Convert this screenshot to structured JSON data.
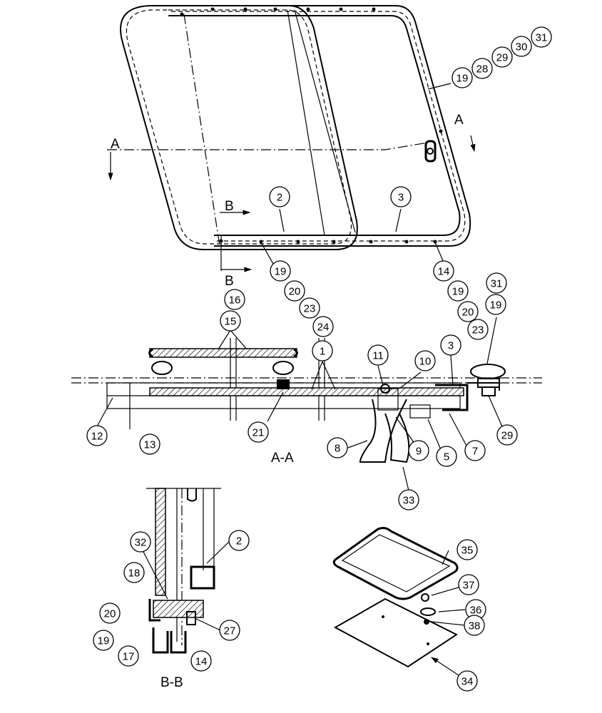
{
  "diagram": {
    "section_labels": {
      "a_left": "A",
      "a_right": "A",
      "b_top": "B",
      "b_bottom": "B",
      "view_aa": "A-A",
      "view_bb": "B-B"
    },
    "callouts": [
      {
        "id": "c31a",
        "label": "31"
      },
      {
        "id": "c30a",
        "label": "30"
      },
      {
        "id": "c29a",
        "label": "29"
      },
      {
        "id": "c28a",
        "label": "28"
      },
      {
        "id": "c19a",
        "label": "19"
      },
      {
        "id": "c2a",
        "label": "2"
      },
      {
        "id": "c3a",
        "label": "3"
      },
      {
        "id": "c19b",
        "label": "19"
      },
      {
        "id": "c20b",
        "label": "20"
      },
      {
        "id": "c23b",
        "label": "23"
      },
      {
        "id": "c24b",
        "label": "24"
      },
      {
        "id": "c14c",
        "label": "14"
      },
      {
        "id": "c19c",
        "label": "19"
      },
      {
        "id": "c20c",
        "label": "20"
      },
      {
        "id": "c23c",
        "label": "23"
      },
      {
        "id": "c16",
        "label": "16"
      },
      {
        "id": "c15",
        "label": "15"
      },
      {
        "id": "c1",
        "label": "1"
      },
      {
        "id": "c11",
        "label": "11"
      },
      {
        "id": "c10",
        "label": "10"
      },
      {
        "id": "c3b",
        "label": "3"
      },
      {
        "id": "c31b",
        "label": "31"
      },
      {
        "id": "c19d",
        "label": "19"
      },
      {
        "id": "c12",
        "label": "12"
      },
      {
        "id": "c13",
        "label": "13"
      },
      {
        "id": "c21",
        "label": "21"
      },
      {
        "id": "c8",
        "label": "8"
      },
      {
        "id": "c9",
        "label": "9"
      },
      {
        "id": "c5",
        "label": "5"
      },
      {
        "id": "c7",
        "label": "7"
      },
      {
        "id": "c29b",
        "label": "29"
      },
      {
        "id": "c33",
        "label": "33"
      },
      {
        "id": "c32",
        "label": "32"
      },
      {
        "id": "c2b",
        "label": "2"
      },
      {
        "id": "c18",
        "label": "18"
      },
      {
        "id": "c20d",
        "label": "20"
      },
      {
        "id": "c19e",
        "label": "19"
      },
      {
        "id": "c17",
        "label": "17"
      },
      {
        "id": "c14d",
        "label": "14"
      },
      {
        "id": "c27",
        "label": "27"
      },
      {
        "id": "c35",
        "label": "35"
      },
      {
        "id": "c37",
        "label": "37"
      },
      {
        "id": "c36",
        "label": "36"
      },
      {
        "id": "c38",
        "label": "38"
      },
      {
        "id": "c34",
        "label": "34"
      }
    ]
  }
}
